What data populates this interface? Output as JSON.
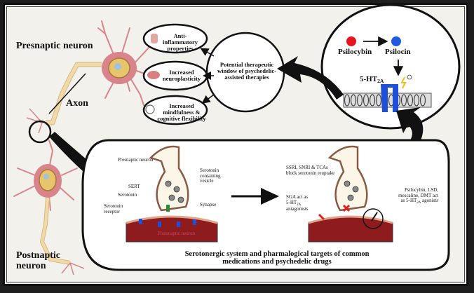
{
  "neurons": {
    "presynaptic_label": "Presnaptic neuron",
    "postsynaptic_label": "Postnaptic neuron",
    "axon_label": "Axon"
  },
  "therapy": {
    "center": "Potential therapeutic window of psychedelic-assisted therapies",
    "effects": [
      {
        "label": "Anti-inflammatory properties",
        "icon": "intestine-icon"
      },
      {
        "label": "Increased neuroplasticity",
        "icon": "brain-icon"
      },
      {
        "label": "Increased mindfulness & cognitive flexibility",
        "icon": "head-brain-icon"
      }
    ]
  },
  "receptor_panel": {
    "psilocybin": "Psilocybin",
    "psilocin": "Psilocin",
    "receptor": "5-HT",
    "receptor_sub": "2A",
    "psilocybin_color": "#e8141b",
    "psilocin_color": "#1f5ae0",
    "receptor_color": "#1f4fd6"
  },
  "synapse_panel": {
    "left": {
      "presynaptic": "Presnaptic neuron",
      "vesicle": "Serotonin containing vesicle",
      "sert": "SERT",
      "serotonin": "Serotonin",
      "receptor": "Serotonin receptor",
      "synapse": "Synapse",
      "postsynaptic": "Postsnaptic neuron"
    },
    "right": {
      "ssri": "SSRI, SNRI & TCAs block serotonin reuptake",
      "sga_line1": "SGA act as",
      "sga_line2": "5-HT",
      "sga_sub": "2A",
      "sga_line3": "antagonists",
      "agonists_line1": "Psilocybin, LSD,",
      "agonists_line2": "mescaline, DMT act",
      "agonists_line3": "as 5-HT",
      "agonists_sub": "2A",
      "agonists_line4": " agonists"
    },
    "caption_line1": "Serotonergic system and pharmalogical targets of common",
    "caption_line2": "medications and psychedelic drugs"
  },
  "colors": {
    "background": "#f2f1ec",
    "neuron_body": "#d9848a",
    "axon": "#f1d9a8",
    "postsynaptic_block": "#8e1c1e",
    "sert": "#2e8b2e",
    "block_x": "#e02020"
  }
}
